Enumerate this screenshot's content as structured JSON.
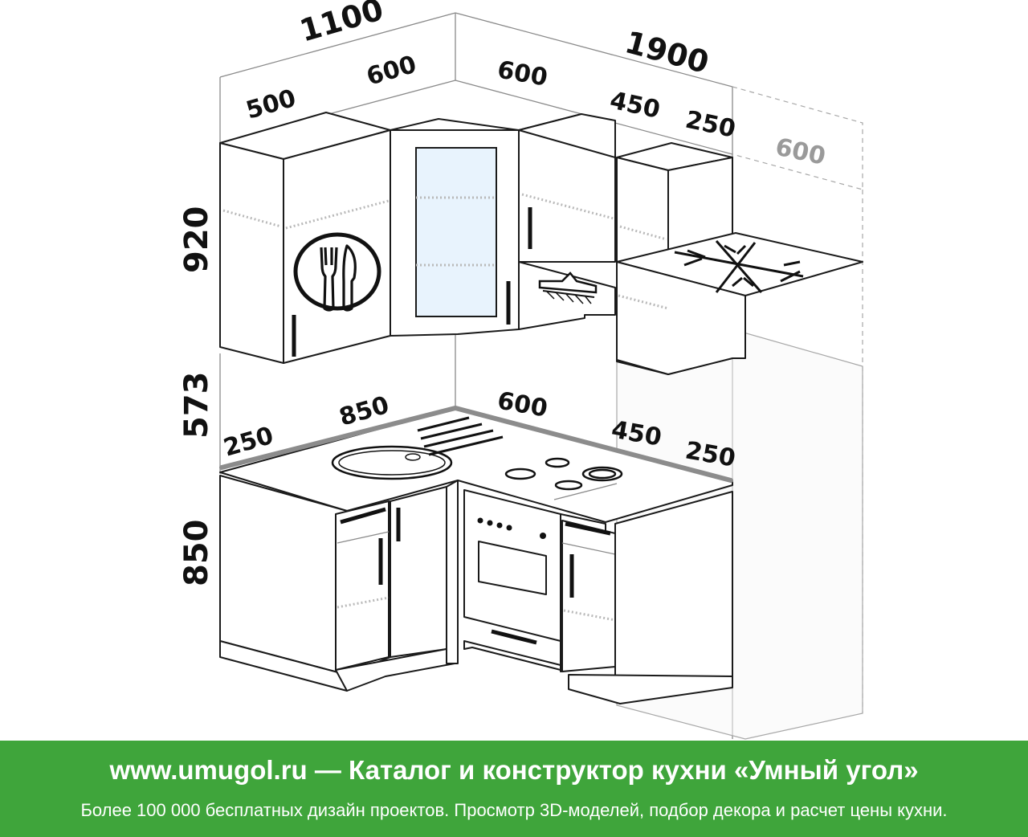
{
  "dimensions": {
    "top_left_total": "1100",
    "top_right_total": "1900",
    "upper_left_wall_a": "500",
    "upper_left_wall_b": "600",
    "upper_right_wall_a": "600",
    "upper_right_wall_b": "450",
    "upper_right_wall_c": "250",
    "fridge_width": "600",
    "upper_height": "920",
    "gap_height": "573",
    "base_height": "850",
    "counter_left_a": "250",
    "counter_left_b": "850",
    "counter_right_a": "600",
    "counter_right_b": "450",
    "counter_right_c": "250"
  },
  "icons": {
    "plate": "fork-knife-icon",
    "freezer": "snowflake-icon",
    "hood": "range-hood-icon",
    "sink": "sink-icon",
    "hob": "hob-burners-icon",
    "oven": "oven-icon"
  },
  "colors": {
    "footer_bg": "#3fa53b",
    "footer_text": "#ffffff",
    "glass": "#e8f3fd",
    "outline": "#1a1a1a"
  },
  "footer": {
    "site": "www.umugol.ru",
    "separator": "—",
    "title": "Каталог и конструктор кухни «Умный угол»",
    "subtitle": "Более 100 000 бесплатных дизайн проектов. Просмотр 3D-моделей, подбор декора и расчет цены кухни."
  }
}
